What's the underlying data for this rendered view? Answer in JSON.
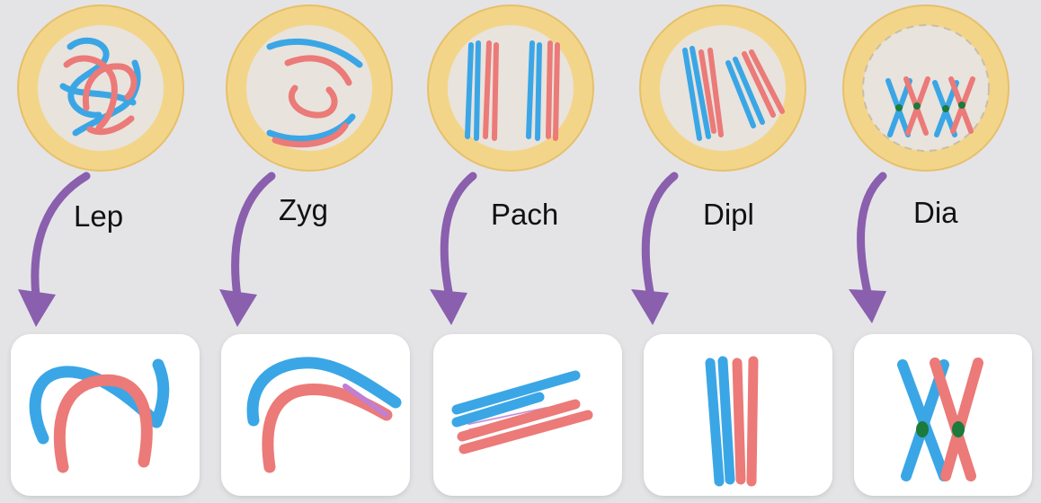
{
  "stages": [
    {
      "id": "leptotene",
      "label": "Lep"
    },
    {
      "id": "zygotene",
      "label": "Zyg"
    },
    {
      "id": "pachytene",
      "label": "Pach"
    },
    {
      "id": "diplotene",
      "label": "Dipl"
    },
    {
      "id": "diakinesis",
      "label": "Dia"
    }
  ],
  "colors": {
    "background": "#e4e4e6",
    "cell_ring": "#f3d58a",
    "cell_ring_outline": "#e6c06a",
    "nucleus": "#e7e2dc",
    "chromosome_blue": "#3aa6e6",
    "chromosome_red": "#eb7a78",
    "synaptonemal": "#c07fd0",
    "centromere": "#1c7a3a",
    "arrow": "#8a5fae",
    "panel": "#ffffff"
  }
}
